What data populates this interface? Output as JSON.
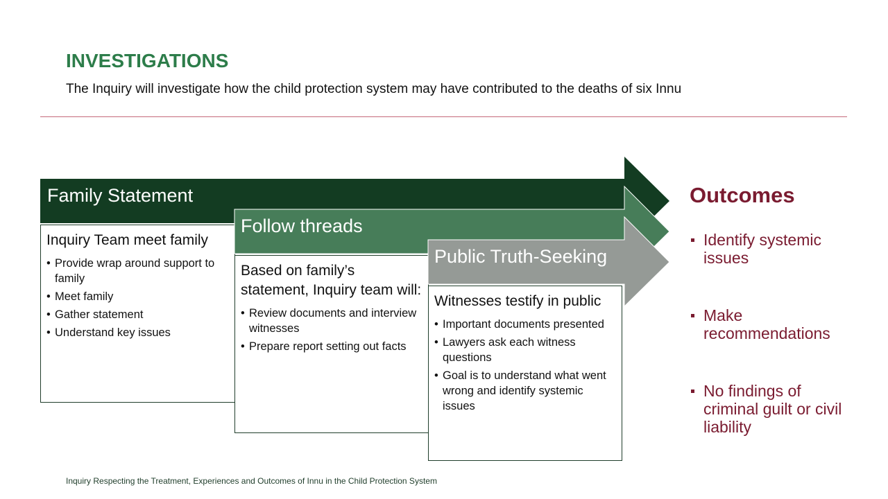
{
  "header": {
    "title": "INVESTIGATIONS",
    "subtitle": "The Inquiry will investigate how the child protection system may have contributed to the deaths of six Innu"
  },
  "stages": [
    {
      "label": "Family Statement",
      "heading": "Inquiry Team meet family",
      "bullets": [
        "Provide wrap around support to family",
        "Meet family",
        "Gather statement",
        "Understand key issues"
      ],
      "color": "#133c22"
    },
    {
      "label": "Follow threads",
      "heading": "Based on family’s statement, Inquiry team will:",
      "bullets": [
        "Review documents and interview witnesses",
        "Prepare report setting out facts"
      ],
      "color": "#477d59"
    },
    {
      "label": "Public Truth-Seeking",
      "heading": "Witnesses testify in public",
      "bullets": [
        "Important documents presented",
        "Lawyers ask each witness questions",
        "Goal is to understand what went wrong and identify systemic issues"
      ],
      "color": "#959a96"
    }
  ],
  "outcomes": {
    "title": "Outcomes",
    "items": [
      "Identify systemic issues",
      "Make recommendations",
      "No findings of criminal guilt or civil liability"
    ]
  },
  "footer": "Inquiry Respecting the Treatment, Experiences and Outcomes of Innu in the Child Protection System"
}
